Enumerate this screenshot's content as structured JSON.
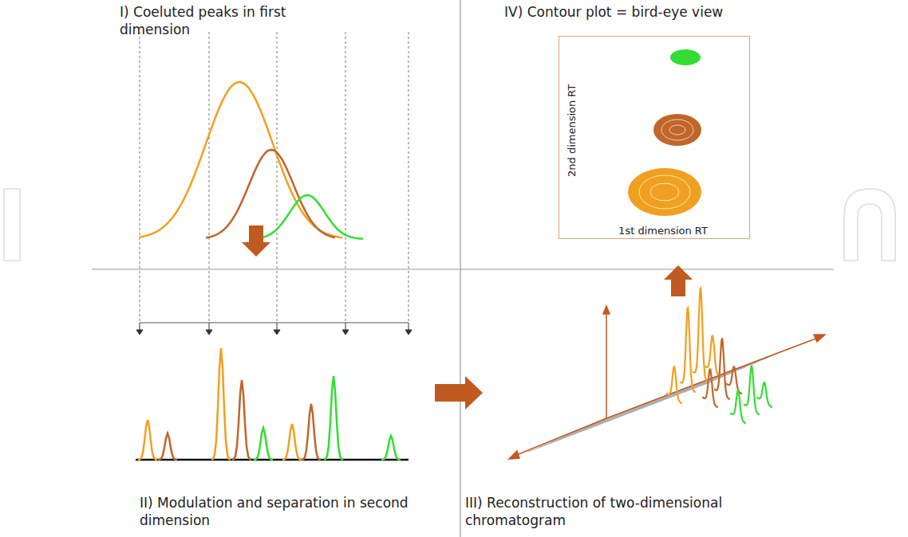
{
  "diagram": {
    "nodes": [
      {
        "text": [
          "2nd dimension RT",
          "1st dimension RT"
        ]
      }
    ],
    "labels": [
      "I) Coeluted peaks in first dimension",
      "II) Modulation and separation in second dimension",
      "III) Reconstruction of two-dimensional chromatogram",
      "IV) Contour plot = bird-eye view"
    ]
  }
}
